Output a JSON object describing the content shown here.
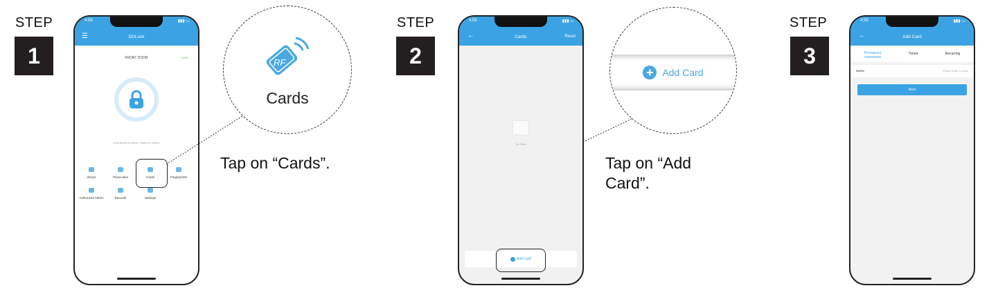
{
  "steps": [
    {
      "label": "STEP",
      "number": "1",
      "caption": "Tap on “Cards”."
    },
    {
      "label": "STEP",
      "number": "2",
      "caption_line1": "Tap on “Add",
      "caption_line2": "Card”."
    },
    {
      "label": "STEP",
      "number": "3"
    }
  ],
  "phone1": {
    "time": "4:56",
    "title": "DDLock",
    "lock_name": "FRONT DOOR",
    "battery": "100%",
    "hint": "Long press to unlock. Swipe to unlock.",
    "menu": [
      "eKeys",
      "Passcodes",
      "Cards",
      "Fingerprints",
      "Authorized Admin",
      "Records",
      "Settings"
    ]
  },
  "zoom1": {
    "badge": "RF",
    "label": "Cards"
  },
  "phone2": {
    "time": "4:55",
    "title": "Cards",
    "right": "Reset",
    "empty": "No Data",
    "button": "Add Card"
  },
  "zoom2": {
    "label": "Add Card"
  },
  "phone3": {
    "time": "4:55",
    "title": "Add Card",
    "tabs": [
      "Permanent",
      "Timed",
      "Recurring"
    ],
    "field_label": "Name",
    "field_placeholder": "Please enter a name",
    "button": "Next"
  },
  "colors": {
    "accent": "#3ba3e3",
    "icon": "#4aa8e0",
    "step_box": "#231f20"
  }
}
